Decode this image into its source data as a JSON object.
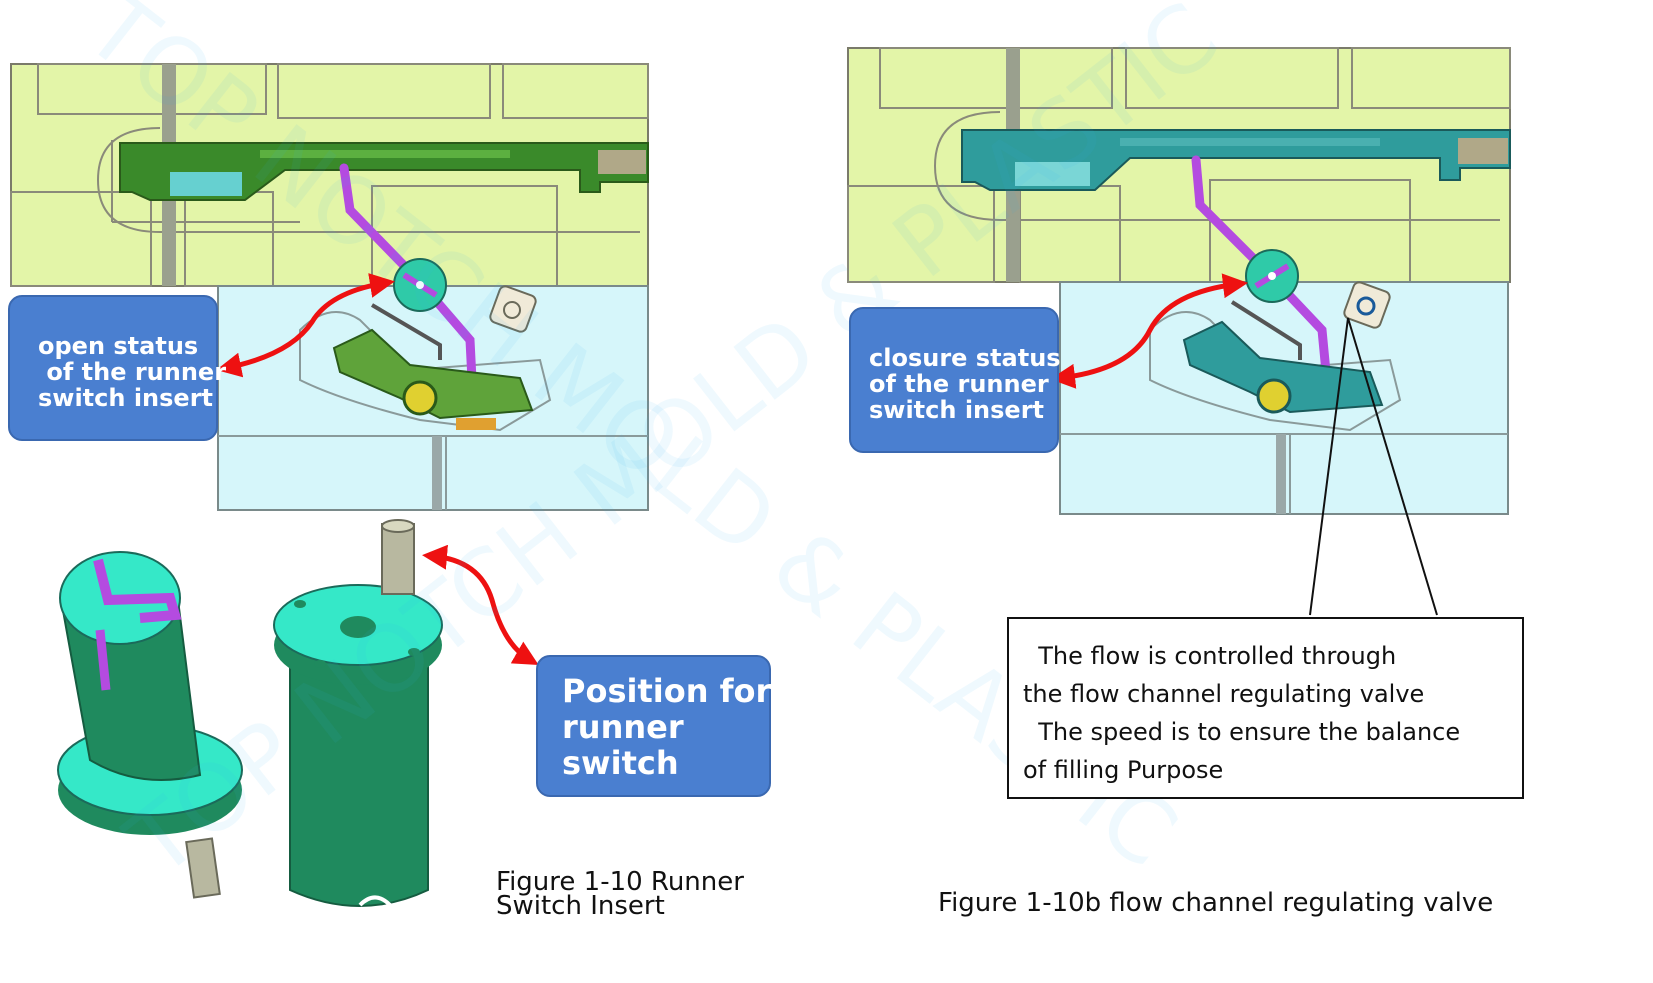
{
  "callouts": {
    "open": [
      "open status",
      " of the runner",
      "switch insert"
    ],
    "closure": [
      "closure status",
      "of the runner",
      "switch insert"
    ],
    "position": [
      "Position for",
      "runner",
      "switch"
    ]
  },
  "note": {
    "lines": [
      "  The flow is controlled through",
      "the flow channel regulating valve",
      "  The speed is to ensure the balance",
      "of filling Purpose"
    ]
  },
  "captions": {
    "fig_a": [
      "Figure 1-10 Runner",
      "Switch Insert"
    ],
    "fig_b": "Figure 1-10b flow channel regulating valve"
  },
  "watermark": [
    "TOP NOTCH MOLD & PLASTIC",
    "TOP NOTCH MOLD & PLASTIC"
  ],
  "colors": {
    "mold_upper": "#e3f5a8",
    "mold_lower": "#d6f6fa",
    "insert_open": "#5fa33a",
    "insert_closed": "#2f9c9c",
    "runner": "#b44be0",
    "switch_body": "#1f8a5e",
    "switch_top": "#35e8c8",
    "callout": "#4a7fd0",
    "arrow": "#ee1111"
  }
}
